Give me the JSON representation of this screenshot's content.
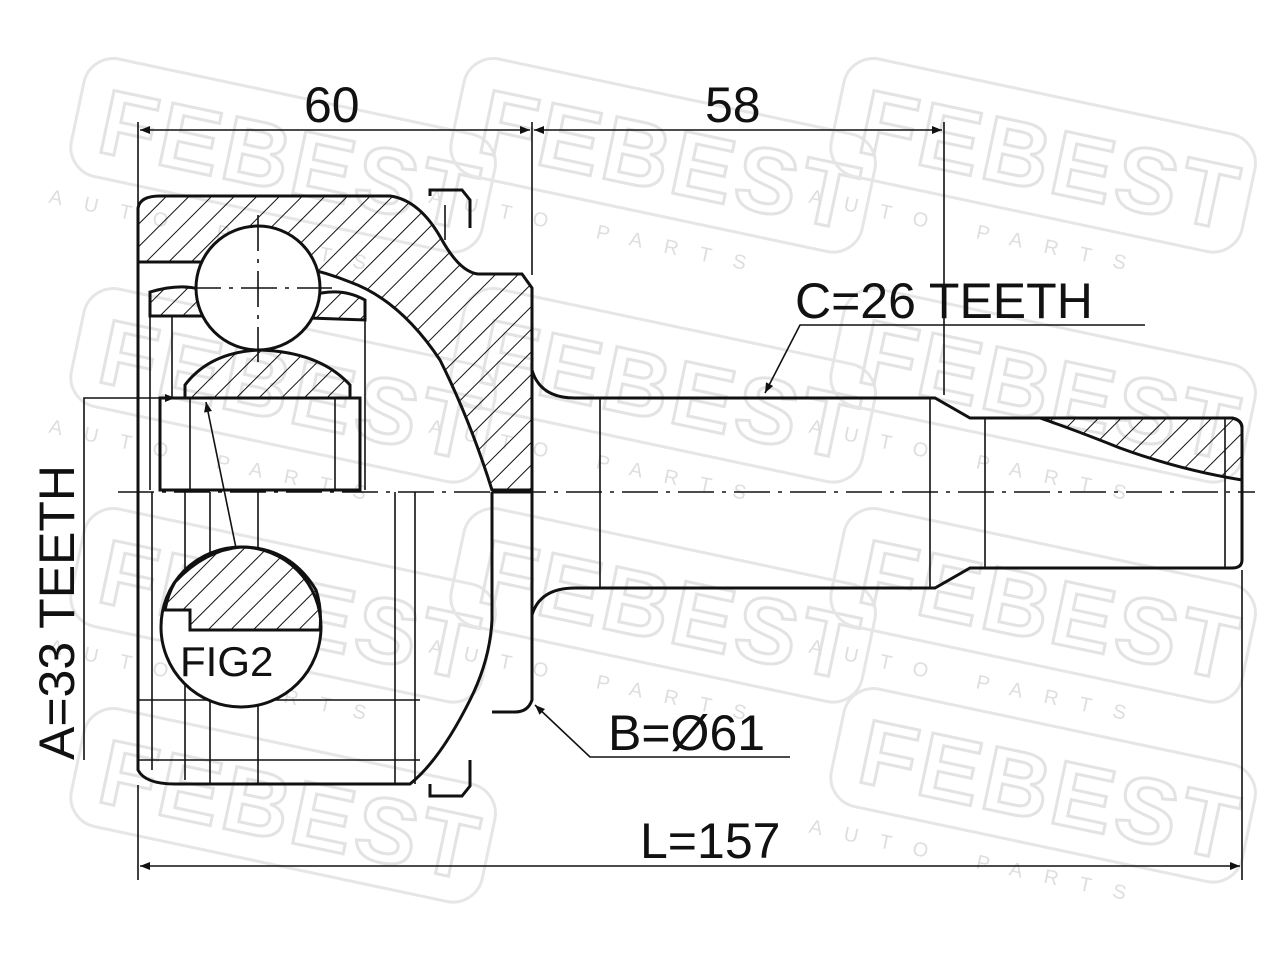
{
  "brand": {
    "watermark_logo": "FEBEST",
    "watermark_tagline": "AUTO PARTS"
  },
  "dimensions": {
    "left_length": "60",
    "right_length": "58",
    "splines_outer": "C=26 TEETH",
    "splines_inner": "A=33 TEETH",
    "abs_ring_diameter": "B=Ø61",
    "total_length": "L=157"
  },
  "detail_label": "FIG2"
}
